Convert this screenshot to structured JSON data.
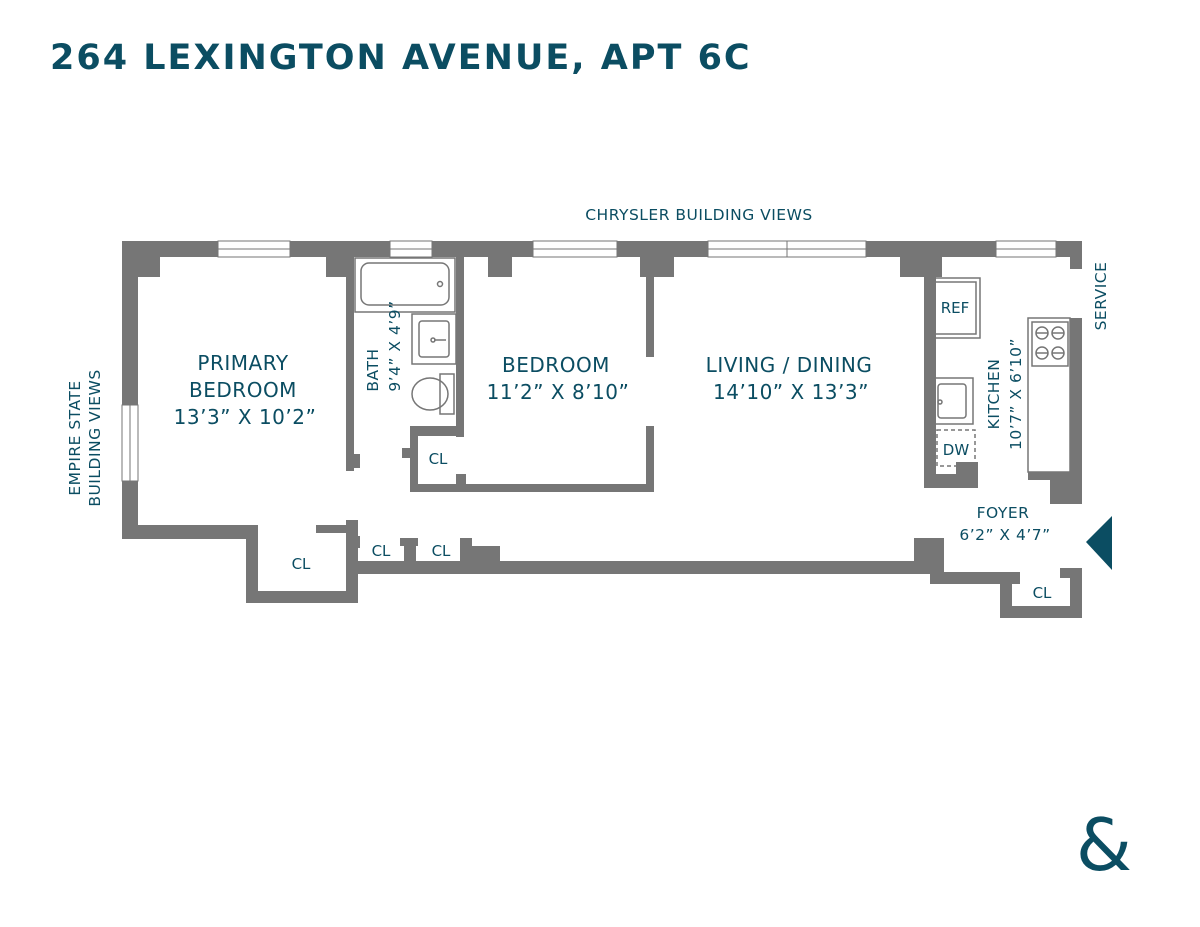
{
  "title": "264 LEXINGTON AVENUE, APT 6C",
  "views": {
    "north": "CHRYSLER BUILDING VIEWS",
    "west_line1": "EMPIRE STATE",
    "west_line2": "BUILDING VIEWS",
    "service": "SERVICE"
  },
  "rooms": {
    "primary_bedroom": {
      "name_line1": "PRIMARY",
      "name_line2": "BEDROOM",
      "dims": "13’3” X 10’2”"
    },
    "bath": {
      "name": "BATH",
      "dims": "9’4” X 4’9”"
    },
    "bedroom": {
      "name": "BEDROOM",
      "dims": "11’2” X 8’10”"
    },
    "living_dining": {
      "name": "LIVING / DINING",
      "dims": "14’10” X 13’3”"
    },
    "kitchen": {
      "name": "KITCHEN",
      "dims": "10’7” X 6’10”"
    },
    "foyer": {
      "name": "FOYER",
      "dims": "6’2” X 4’7”"
    }
  },
  "closets": [
    "CL",
    "CL",
    "CL",
    "CL",
    "CL"
  ],
  "appliances": {
    "refrigerator": "REF",
    "dishwasher": "DW"
  },
  "colors": {
    "accent": "#0b4d62",
    "wall": "#767676"
  },
  "logo": "&"
}
